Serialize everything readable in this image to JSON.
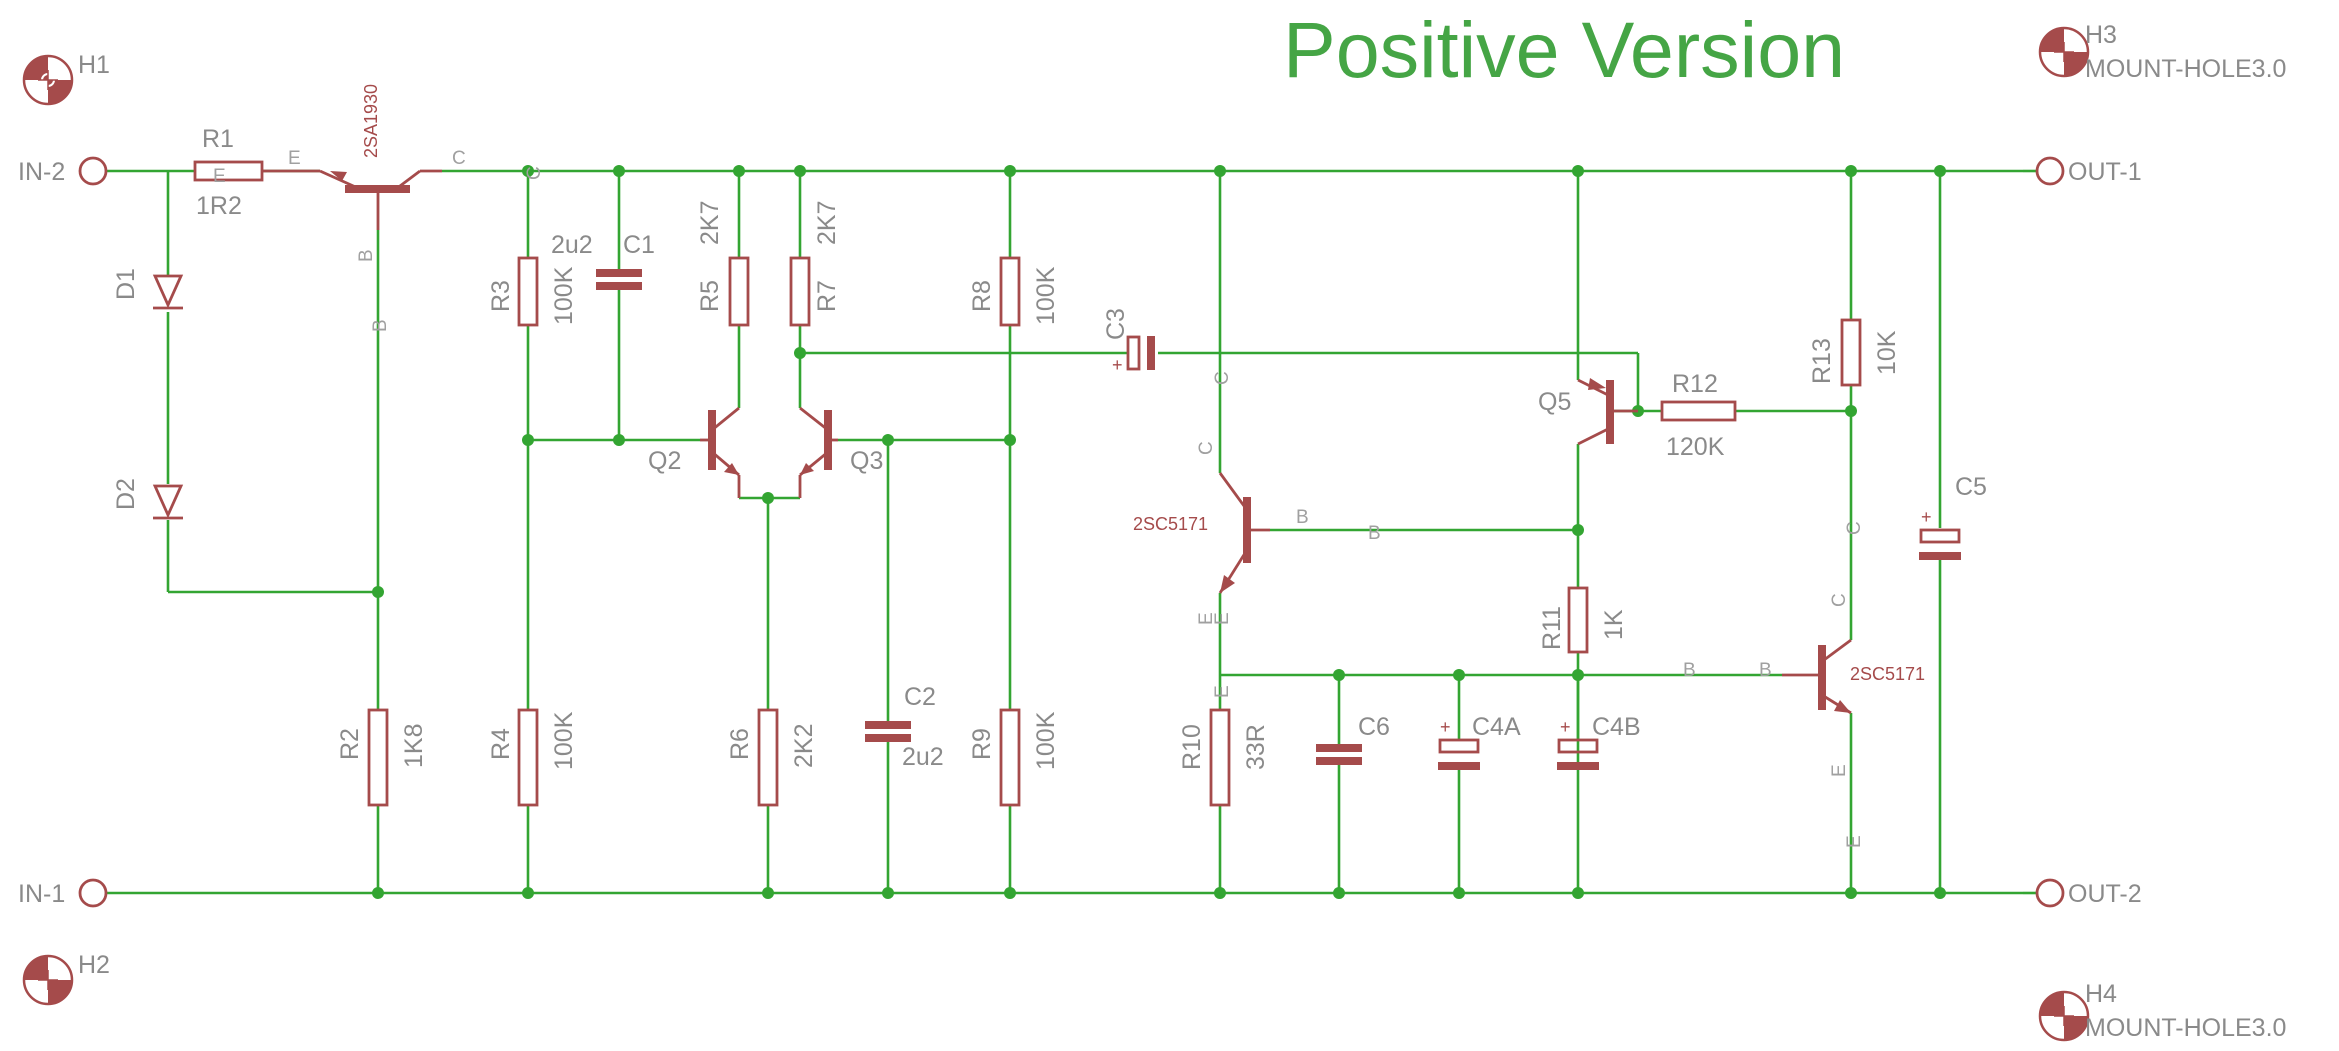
{
  "title": "Positive Version",
  "terminals": {
    "in2": "IN-2",
    "in1": "IN-1",
    "out1": "OUT-1",
    "out2": "OUT-2"
  },
  "mount_holes": {
    "h1": "H1",
    "h2": "H2",
    "h3": "H3",
    "h3_value": "MOUNT-HOLE3.0",
    "h4": "H4",
    "h4_value": "MOUNT-HOLE3.0"
  },
  "components": {
    "r1": {
      "name": "R1",
      "value": "1R2"
    },
    "r2": {
      "name": "R2",
      "value": "1K8"
    },
    "r3": {
      "name": "R3",
      "value": "100K"
    },
    "r4": {
      "name": "R4",
      "value": "100K"
    },
    "r5": {
      "name": "R5",
      "value": "2K7"
    },
    "r6": {
      "name": "R6",
      "value": "2K2"
    },
    "r7": {
      "name": "R7",
      "value": "2K7"
    },
    "r8": {
      "name": "R8",
      "value": "100K"
    },
    "r9": {
      "name": "R9",
      "value": "100K"
    },
    "r10": {
      "name": "R10",
      "value": "33R"
    },
    "r11": {
      "name": "R11",
      "value": "1K"
    },
    "r12": {
      "name": "R12",
      "value": "120K"
    },
    "r13": {
      "name": "R13",
      "value": "10K"
    },
    "c1": {
      "name": "C1",
      "value": "2u2"
    },
    "c2": {
      "name": "C2",
      "value": "2u2"
    },
    "c3": {
      "name": "C3"
    },
    "c4a": {
      "name": "C4A"
    },
    "c4b": {
      "name": "C4B"
    },
    "c5": {
      "name": "C5"
    },
    "c6": {
      "name": "C6"
    },
    "d1": {
      "name": "D1"
    },
    "d2": {
      "name": "D2"
    },
    "q1": {
      "value": "2SA1930"
    },
    "q2": {
      "name": "Q2"
    },
    "q3": {
      "name": "Q3"
    },
    "q4": {
      "value": "2SC5171"
    },
    "q5": {
      "name": "Q5"
    },
    "q6": {
      "value": "2SC5171"
    }
  },
  "pin_labels": {
    "b": "B",
    "c": "C",
    "e": "E",
    "plus": "+"
  }
}
